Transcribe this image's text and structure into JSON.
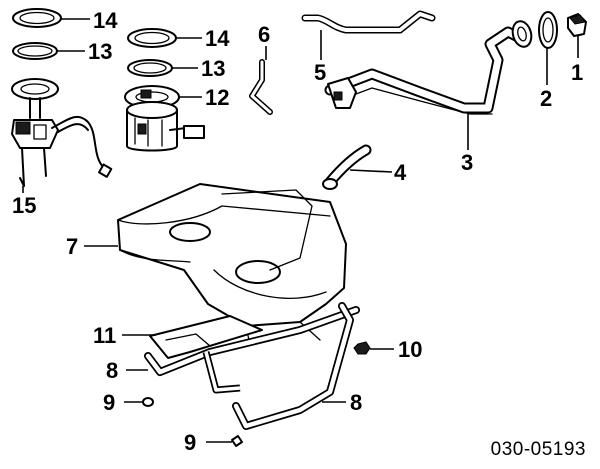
{
  "callouts": {
    "c1": "1",
    "c2": "2",
    "c3": "3",
    "c4": "4",
    "c5": "5",
    "c6": "6",
    "c7": "7",
    "c8a": "8",
    "c8b": "8",
    "c9a": "9",
    "c9b": "9",
    "c10": "10",
    "c11": "11",
    "c12": "12",
    "c13a": "13",
    "c13b": "13",
    "c14a": "14",
    "c14b": "14",
    "c15": "15"
  },
  "diagram_code": "030-05193"
}
